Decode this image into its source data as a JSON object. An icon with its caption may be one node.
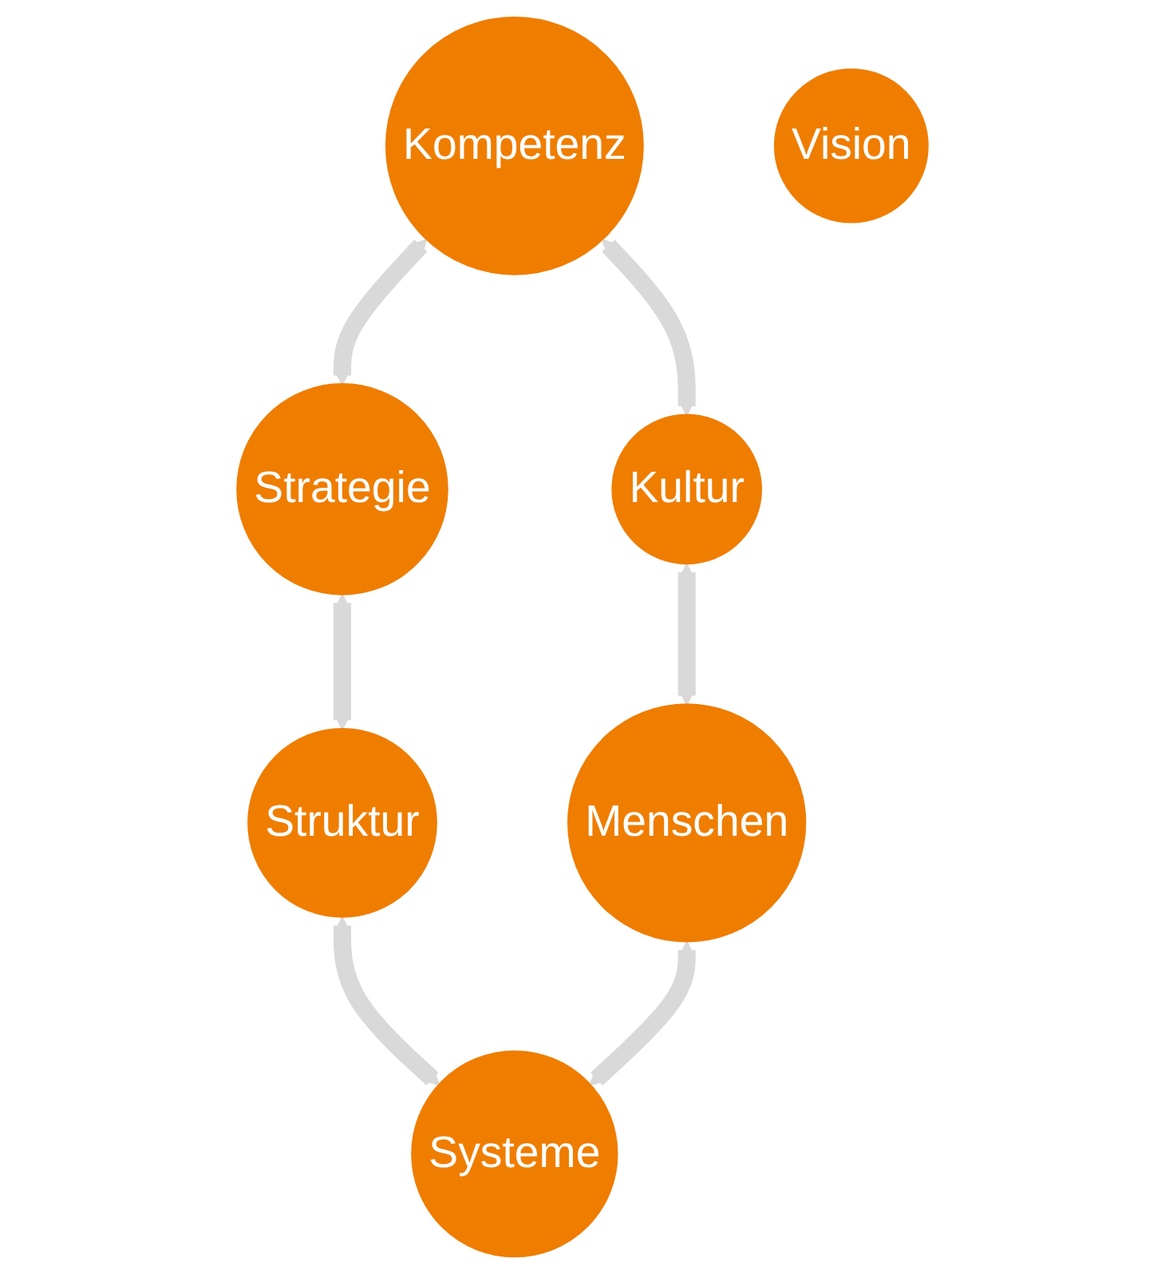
{
  "diagram": {
    "nodes": [
      {
        "text": [
          "Strategie"
        ]
      },
      {
        "text": [
          "Kompetenz"
        ]
      },
      {
        "text": [
          "Struktur"
        ]
      },
      {
        "text": [
          "Vision"
        ]
      },
      {
        "text": [
          "Kultur"
        ]
      },
      {
        "text": [
          "Systeme"
        ]
      },
      {
        "text": [
          "Menschen"
        ]
      }
    ],
    "edges": [
      {
        "from": 1,
        "to": 0,
        "arrow": "both"
      },
      {
        "from": 0,
        "to": 2,
        "arrow": "both"
      },
      {
        "from": 1,
        "to": 4,
        "arrow": "both"
      },
      {
        "from": 2,
        "to": 5,
        "arrow": "both"
      },
      {
        "from": 4,
        "to": 6,
        "arrow": "both"
      },
      {
        "from": 6,
        "to": 5,
        "arrow": "both"
      }
    ]
  }
}
